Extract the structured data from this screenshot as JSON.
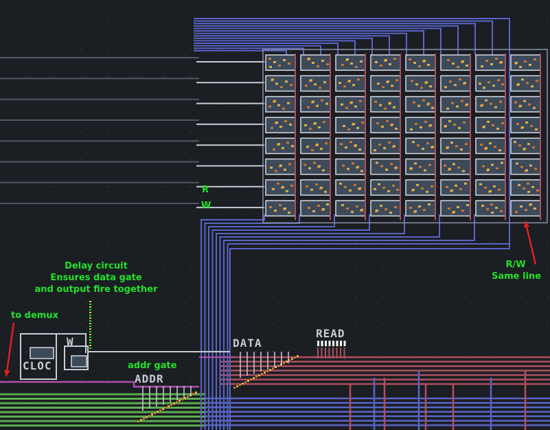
{
  "annotations": {
    "read_label": "R",
    "write_label": "W",
    "rw_line_title": "R/W",
    "rw_line_sub": "Same line",
    "delay_title": "Delay circuit",
    "delay_line2": "Ensures data gate",
    "delay_line3": "and output fire together",
    "to_demux": "to demux",
    "addr_gate": "addr gate"
  },
  "component_labels": {
    "clock": "CLOC",
    "w_gate": "W",
    "data": "DATA",
    "read": "READ",
    "addr": "ADDR"
  },
  "memory_grid": {
    "rows": 8,
    "columns": 8
  },
  "colors": {
    "background": "#1b1e23",
    "bus_blue": "#5a64c8",
    "bus_red": "#b05060",
    "bus_green": "#5cae4e",
    "bus_magenta": "#b04fb0",
    "wire_white": "#c8ccd4",
    "annotation_green": "#22e12a",
    "arrow_red": "#e02020"
  }
}
